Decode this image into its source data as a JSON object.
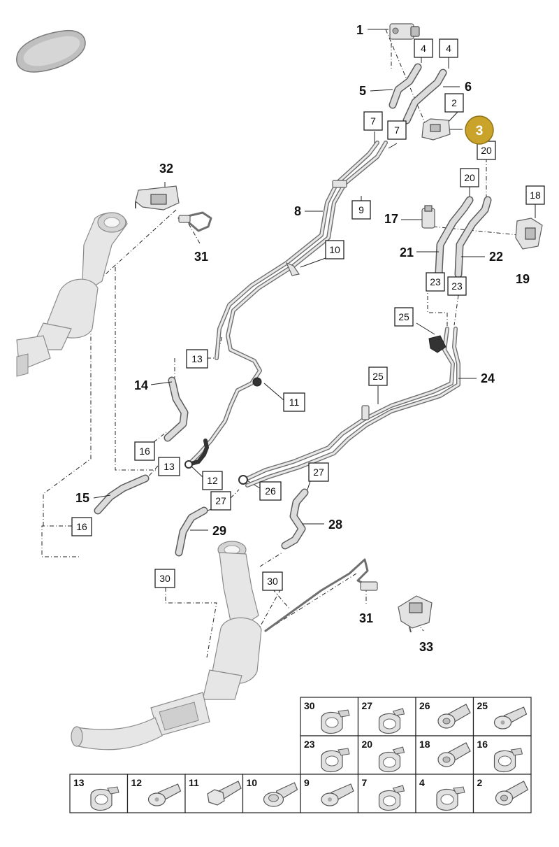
{
  "callouts": {
    "plain": [
      "1",
      "5",
      "6",
      "8",
      "14",
      "15",
      "17",
      "19",
      "21",
      "22",
      "24",
      "28",
      "29",
      "31",
      "31",
      "32",
      "33"
    ],
    "boxed": [
      "4",
      "4",
      "2",
      "7",
      "7",
      "20",
      "20",
      "18",
      "9",
      "10",
      "23",
      "23",
      "25",
      "25",
      "13",
      "13",
      "11",
      "16",
      "16",
      "12",
      "26",
      "27",
      "27",
      "30",
      "30"
    ],
    "highlighted": "3"
  },
  "hardware_table": {
    "rows": [
      [
        "30",
        "27",
        "26",
        "25"
      ],
      [
        "23",
        "20",
        "18",
        "16"
      ],
      [
        "13",
        "12",
        "11",
        "10",
        "9",
        "7",
        "4",
        "2"
      ]
    ],
    "part_types": {
      "30": "clamp",
      "27": "clip",
      "26": "screw",
      "25": "bolt",
      "23": "clamp",
      "20": "clip",
      "18": "screw",
      "16": "clamp",
      "13": "clamp",
      "12": "bolt",
      "11": "hex-bolt",
      "10": "flange-bolt",
      "9": "bolt",
      "7": "clip",
      "4": "clamp",
      "2": "screw"
    }
  },
  "colors": {
    "highlight": "#c9a32a",
    "line": "#222222",
    "part": "#e3e3e3"
  }
}
